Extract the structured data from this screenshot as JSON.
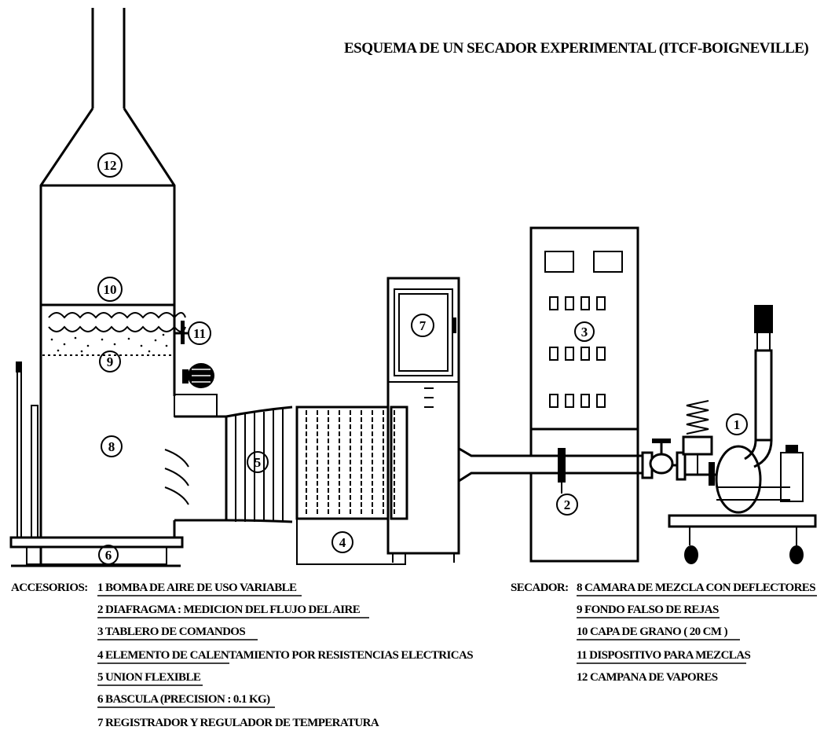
{
  "title": "ESQUEMA DE UN SECADOR EXPERIMENTAL (ITCF-BOIGNEVILLE)",
  "markers": [
    "12",
    "10",
    "11",
    "9",
    "8",
    "7",
    "3",
    "5",
    "4",
    "6",
    "2",
    "1"
  ],
  "legend": {
    "accesorios_heading": "ACCESORIOS:",
    "accesorios": [
      "1 BOMBA DE AIRE DE USO VARIABLE",
      "2 DIAFRAGMA : MEDICION DEL FLUJO DEL AIRE",
      "3 TABLERO DE COMANDOS",
      "4 ELEMENTO DE CALENTAMIENTO POR RESISTENCIAS ELECTRICAS",
      "5 UNION FLEXIBLE",
      "6 BASCULA (PRECISION : 0.1 KG)",
      "7 REGISTRADOR Y REGULADOR DE TEMPERATURA"
    ],
    "secador_heading": "SECADOR:",
    "secador": [
      "8 CAMARA DE MEZCLA CON DEFLECTORES",
      "9 FONDO FALSO DE REJAS",
      "10 CAPA DE GRANO ( 20 CM )",
      "11 DISPOSITIVO PARA MEZCLAS",
      "12 CAMPANA DE VAPORES"
    ]
  }
}
